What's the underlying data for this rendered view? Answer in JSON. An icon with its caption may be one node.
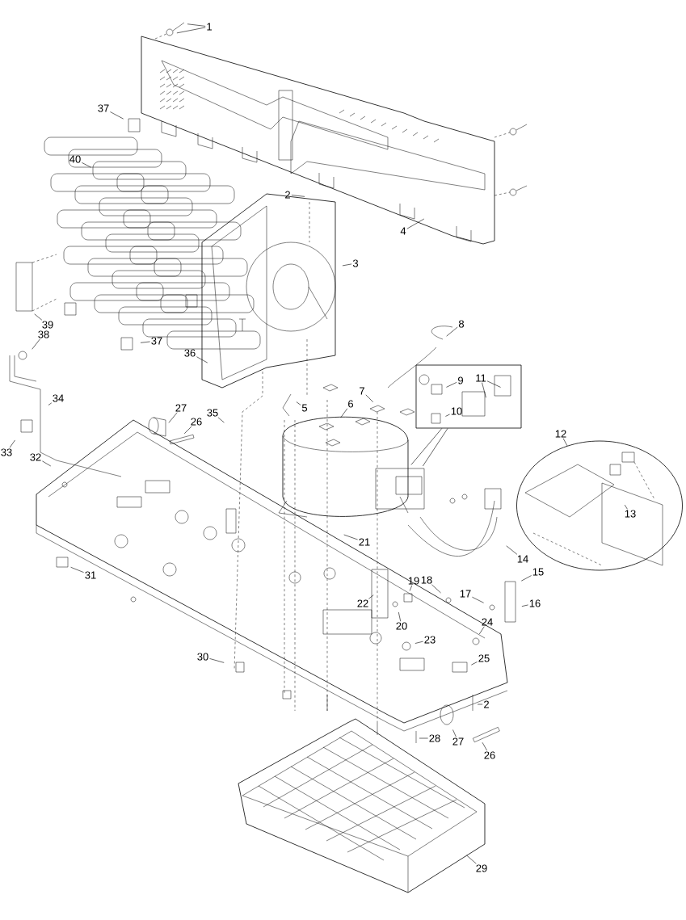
{
  "diagram": {
    "nodes": [
      {
        "text": [
          "1"
        ]
      },
      {
        "text": [
          "37"
        ]
      },
      {
        "text": [
          "40"
        ]
      },
      {
        "text": [
          "2"
        ]
      },
      {
        "text": [
          "4"
        ]
      },
      {
        "text": [
          "3"
        ]
      },
      {
        "text": [
          "39"
        ]
      },
      {
        "text": [
          "37"
        ]
      },
      {
        "text": [
          "38"
        ]
      },
      {
        "text": [
          "36"
        ]
      },
      {
        "text": [
          "8"
        ]
      },
      {
        "text": [],
        "shape": "box"
      },
      {
        "text": [
          "9"
        ],
        "in": 11
      },
      {
        "text": [
          "10"
        ],
        "in": 11
      },
      {
        "text": [
          "11"
        ],
        "in": 11
      },
      {
        "text": [
          "34"
        ]
      },
      {
        "text": [
          "33"
        ]
      },
      {
        "text": [
          "35"
        ]
      },
      {
        "text": [
          "5"
        ]
      },
      {
        "text": [
          "6"
        ]
      },
      {
        "text": [
          "7"
        ]
      },
      {
        "text": [
          "27"
        ]
      },
      {
        "text": [
          "26"
        ]
      },
      {
        "text": [
          "32"
        ]
      },
      {
        "text": [
          "12"
        ]
      },
      {
        "text": [],
        "shape": "circle"
      },
      {
        "text": [
          "13"
        ],
        "in": 25
      },
      {
        "text": [
          "14"
        ]
      },
      {
        "text": [
          "21"
        ]
      },
      {
        "text": [
          "31"
        ]
      },
      {
        "text": [
          "15"
        ]
      },
      {
        "text": [
          "17"
        ]
      },
      {
        "text": [
          "16"
        ]
      },
      {
        "text": [
          "19"
        ]
      },
      {
        "text": [
          "18"
        ]
      },
      {
        "text": [
          "22"
        ]
      },
      {
        "text": [
          "20"
        ]
      },
      {
        "text": [
          "23"
        ]
      },
      {
        "text": [
          "24"
        ]
      },
      {
        "text": [
          "25"
        ]
      },
      {
        "text": [
          "30"
        ]
      },
      {
        "text": [
          "2"
        ]
      },
      {
        "text": [
          "28"
        ]
      },
      {
        "text": [
          "27"
        ]
      },
      {
        "text": [
          "26"
        ]
      },
      {
        "text": [
          "29"
        ]
      }
    ],
    "edges": [
      {
        "from": 0,
        "to": null,
        "arrow": "none"
      },
      {
        "from": 0,
        "to": null,
        "arrow": "none"
      },
      {
        "from": 1,
        "to": null,
        "arrow": "none"
      },
      {
        "from": 2,
        "to": null,
        "arrow": "none"
      },
      {
        "from": 3,
        "to": null,
        "arrow": "none"
      },
      {
        "from": 4,
        "to": null,
        "arrow": "none"
      },
      {
        "from": 5,
        "to": null,
        "arrow": "none"
      },
      {
        "from": 6,
        "to": null,
        "arrow": "none"
      },
      {
        "from": 7,
        "to": null,
        "arrow": "none"
      },
      {
        "from": 8,
        "to": null,
        "arrow": "none"
      },
      {
        "from": 9,
        "to": null,
        "arrow": "none"
      },
      {
        "from": 10,
        "to": null,
        "arrow": "none"
      },
      {
        "from": 12,
        "to": null,
        "arrow": "none"
      },
      {
        "from": 13,
        "to": null,
        "arrow": "none"
      },
      {
        "from": 14,
        "to": null,
        "arrow": "none"
      },
      {
        "from": 14,
        "to": null,
        "arrow": "none"
      },
      {
        "from": 11,
        "to": null,
        "arrow": "none"
      },
      {
        "from": 11,
        "to": null,
        "arrow": "none"
      },
      {
        "from": 15,
        "to": null,
        "arrow": "none"
      },
      {
        "from": 16,
        "to": null,
        "arrow": "none"
      },
      {
        "from": 17,
        "to": null,
        "arrow": "none"
      },
      {
        "from": 18,
        "to": null,
        "arrow": "none"
      },
      {
        "from": 19,
        "to": null,
        "arrow": "none"
      },
      {
        "from": 20,
        "to": null,
        "arrow": "none"
      },
      {
        "from": 21,
        "to": null,
        "arrow": "none"
      },
      {
        "from": 22,
        "to": null,
        "arrow": "none"
      },
      {
        "from": 23,
        "to": null,
        "arrow": "none"
      },
      {
        "from": 24,
        "to": 25,
        "arrow": "none"
      },
      {
        "from": 26,
        "to": null,
        "arrow": "none"
      },
      {
        "from": 27,
        "to": null,
        "arrow": "none"
      },
      {
        "from": 28,
        "to": null,
        "arrow": "none"
      },
      {
        "from": 29,
        "to": null,
        "arrow": "none"
      },
      {
        "from": 30,
        "to": null,
        "arrow": "none"
      },
      {
        "from": 31,
        "to": null,
        "arrow": "none"
      },
      {
        "from": 32,
        "to": null,
        "arrow": "none"
      },
      {
        "from": 33,
        "to": null,
        "arrow": "none"
      },
      {
        "from": 34,
        "to": null,
        "arrow": "none"
      },
      {
        "from": 35,
        "to": null,
        "arrow": "none"
      },
      {
        "from": 36,
        "to": null,
        "arrow": "none"
      },
      {
        "from": 37,
        "to": null,
        "arrow": "none"
      },
      {
        "from": 38,
        "to": null,
        "arrow": "none"
      },
      {
        "from": 39,
        "to": null,
        "arrow": "none"
      },
      {
        "from": 40,
        "to": null,
        "arrow": "none"
      },
      {
        "from": 41,
        "to": null,
        "arrow": "none"
      },
      {
        "from": 42,
        "to": null,
        "arrow": "none"
      },
      {
        "from": 43,
        "to": null,
        "arrow": "none"
      },
      {
        "from": 44,
        "to": null,
        "arrow": "none"
      },
      {
        "from": 45,
        "to": null,
        "arrow": "none"
      }
    ]
  }
}
